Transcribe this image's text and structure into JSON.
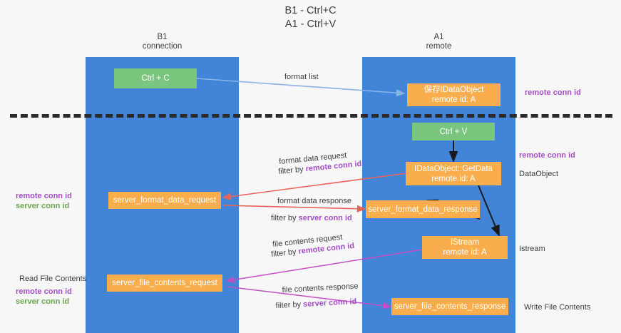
{
  "title": "B1 - Ctrl+C\nA1 - Ctrl+V",
  "lanes": [
    {
      "name": "b1",
      "caption": "B1\nconnection"
    },
    {
      "name": "a1",
      "caption": "A1\nremote"
    }
  ],
  "nodes": {
    "ctrl_c": "Ctrl + C",
    "save_idataobject": "保存IDataObject\nremote id: A",
    "ctrl_v": "Ctrl + V",
    "getdata": "IDataObject::GetData\nremote id: A",
    "server_format_data_request": "server_format_data_request",
    "server_format_data_response": "server_format_data_response",
    "istream": "IStream\nremote id: A",
    "server_file_contents_request": "server_file_contents_request",
    "server_file_contents_response": "server_file_contents_response"
  },
  "edge_labels": {
    "format_list": "format list",
    "format_data_request": "format data request",
    "format_data_request_filter_prefix": "filter by ",
    "format_data_request_filter_key": "remote conn id",
    "format_data_response": "format data response",
    "format_data_response_filter_prefix": "filter by ",
    "format_data_response_filter_key": "server conn id",
    "file_contents_request": "file contents request",
    "file_contents_request_filter_prefix": "filter by ",
    "file_contents_request_filter_key": "remote conn id",
    "file_contents_response": "file contents response",
    "file_contents_response_filter_prefix": "filter by ",
    "file_contents_response_filter_key": "server conn id"
  },
  "side_labels": {
    "right_remote_conn_id_top": "remote conn id",
    "right_remote_conn_id_mid": "remote conn id",
    "right_dataobject": "DataObject",
    "right_istream": "Istream",
    "right_write_file_contents": "Write File Contents",
    "left_remote_conn_id": "remote conn id",
    "left_server_conn_id": "server conn id",
    "left_read_file_contents": "Read File Contents",
    "left_remote_conn_id_2": "remote conn id",
    "left_server_conn_id_2": "server conn id"
  },
  "colors": {
    "lane": "#4285d8",
    "node_green": "#7bc67e",
    "node_orange": "#f9ad4c",
    "accent_purple": "#a64ec6",
    "accent_green": "#6aa84f",
    "arrow_blue": "#8ab4e8",
    "arrow_red": "#e8645a",
    "arrow_magenta": "#c44ec6",
    "arrow_black": "#1a1a1a",
    "separator": "#2b2b2b",
    "background": "#f7f7f7"
  }
}
